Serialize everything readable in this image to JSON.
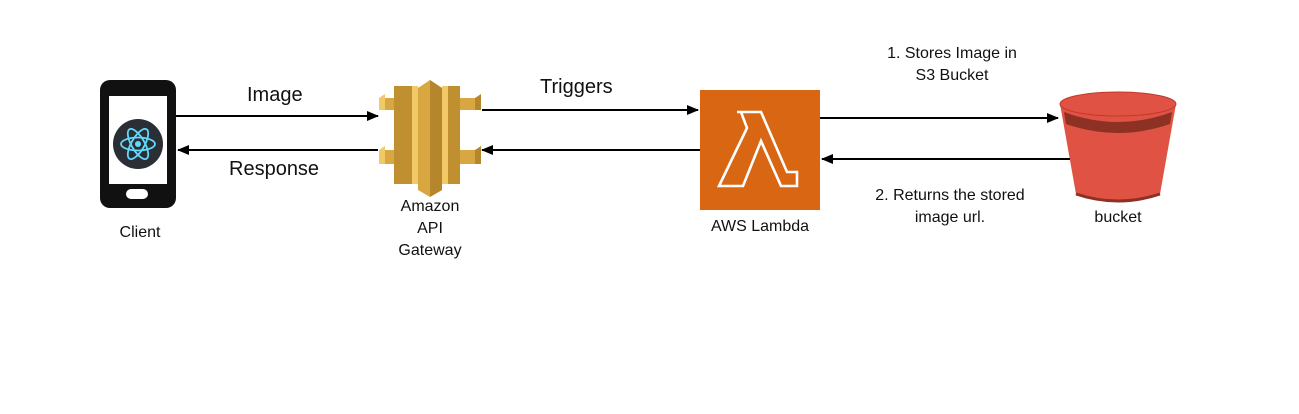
{
  "edges": {
    "image": "Image",
    "response": "Response",
    "triggers": "Triggers",
    "stores": [
      "1. Stores Image in",
      "S3 Bucket"
    ],
    "returns": [
      "2. Returns the stored",
      "image url."
    ]
  },
  "nodes": {
    "client": "Client",
    "gateway": [
      "Amazon",
      "API",
      "Gateway"
    ],
    "lambda": "AWS Lambda",
    "bucket": "bucket"
  },
  "colors": {
    "lambda_orange": "#D86613",
    "gateway_gold": "#D9A741",
    "gateway_light": "#F2C967",
    "bucket_red": "#E05243",
    "bucket_dark": "#8C3123",
    "phone_black": "#111111",
    "react_cyan": "#61DAFB"
  },
  "icons": {
    "client": "mobile-phone-react-icon",
    "gateway": "api-gateway-icon",
    "lambda": "lambda-icon",
    "bucket": "s3-bucket-icon"
  }
}
